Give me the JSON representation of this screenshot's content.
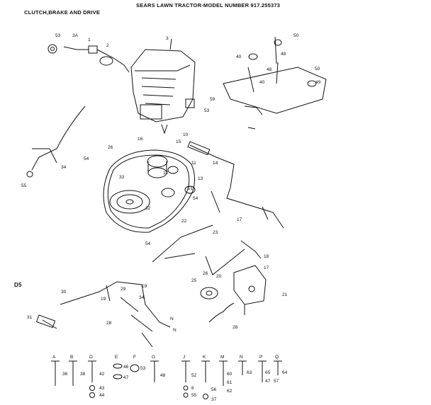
{
  "header": {
    "title": "SEARS LAWN TRACTOR-MODEL NUMBER 917.255373",
    "section": "CLUTCH,BRAKE AND DRIVE",
    "sheet_code": "D5"
  },
  "callouts": [
    "53",
    "3A",
    "2",
    "1",
    "3",
    "50",
    "48",
    "40",
    "49",
    "50",
    "48",
    "40",
    "59",
    "53",
    "10",
    "15",
    "16",
    "26",
    "14",
    "11",
    "12",
    "34",
    "54",
    "55",
    "13",
    "51",
    "33",
    "54",
    "32",
    "22",
    "23",
    "17",
    "54",
    "18",
    "17",
    "26",
    "25",
    "20",
    "21",
    "30",
    "28",
    "31",
    "19",
    "19",
    "28",
    "29",
    "34",
    "N",
    "N"
  ],
  "hardware_legend": [
    {
      "key": "A",
      "parts": [
        "36"
      ]
    },
    {
      "key": "B",
      "parts": [
        "38"
      ]
    },
    {
      "key": "D",
      "parts": [
        "42",
        "43",
        "44"
      ]
    },
    {
      "key": "E",
      "parts": [
        "46",
        "47"
      ]
    },
    {
      "key": "F",
      "parts": [
        "53"
      ]
    },
    {
      "key": "G",
      "parts": [
        "48"
      ]
    },
    {
      "key": "J",
      "parts": [
        "52",
        "6",
        "55"
      ]
    },
    {
      "key": "K",
      "parts": [
        "56",
        "37"
      ]
    },
    {
      "key": "M",
      "parts": [
        "60",
        "61",
        "62"
      ]
    },
    {
      "key": "N",
      "parts": [
        "63"
      ]
    },
    {
      "key": "P",
      "parts": [
        "65",
        "47",
        "57"
      ]
    },
    {
      "key": "Q",
      "parts": [
        "64"
      ]
    }
  ]
}
